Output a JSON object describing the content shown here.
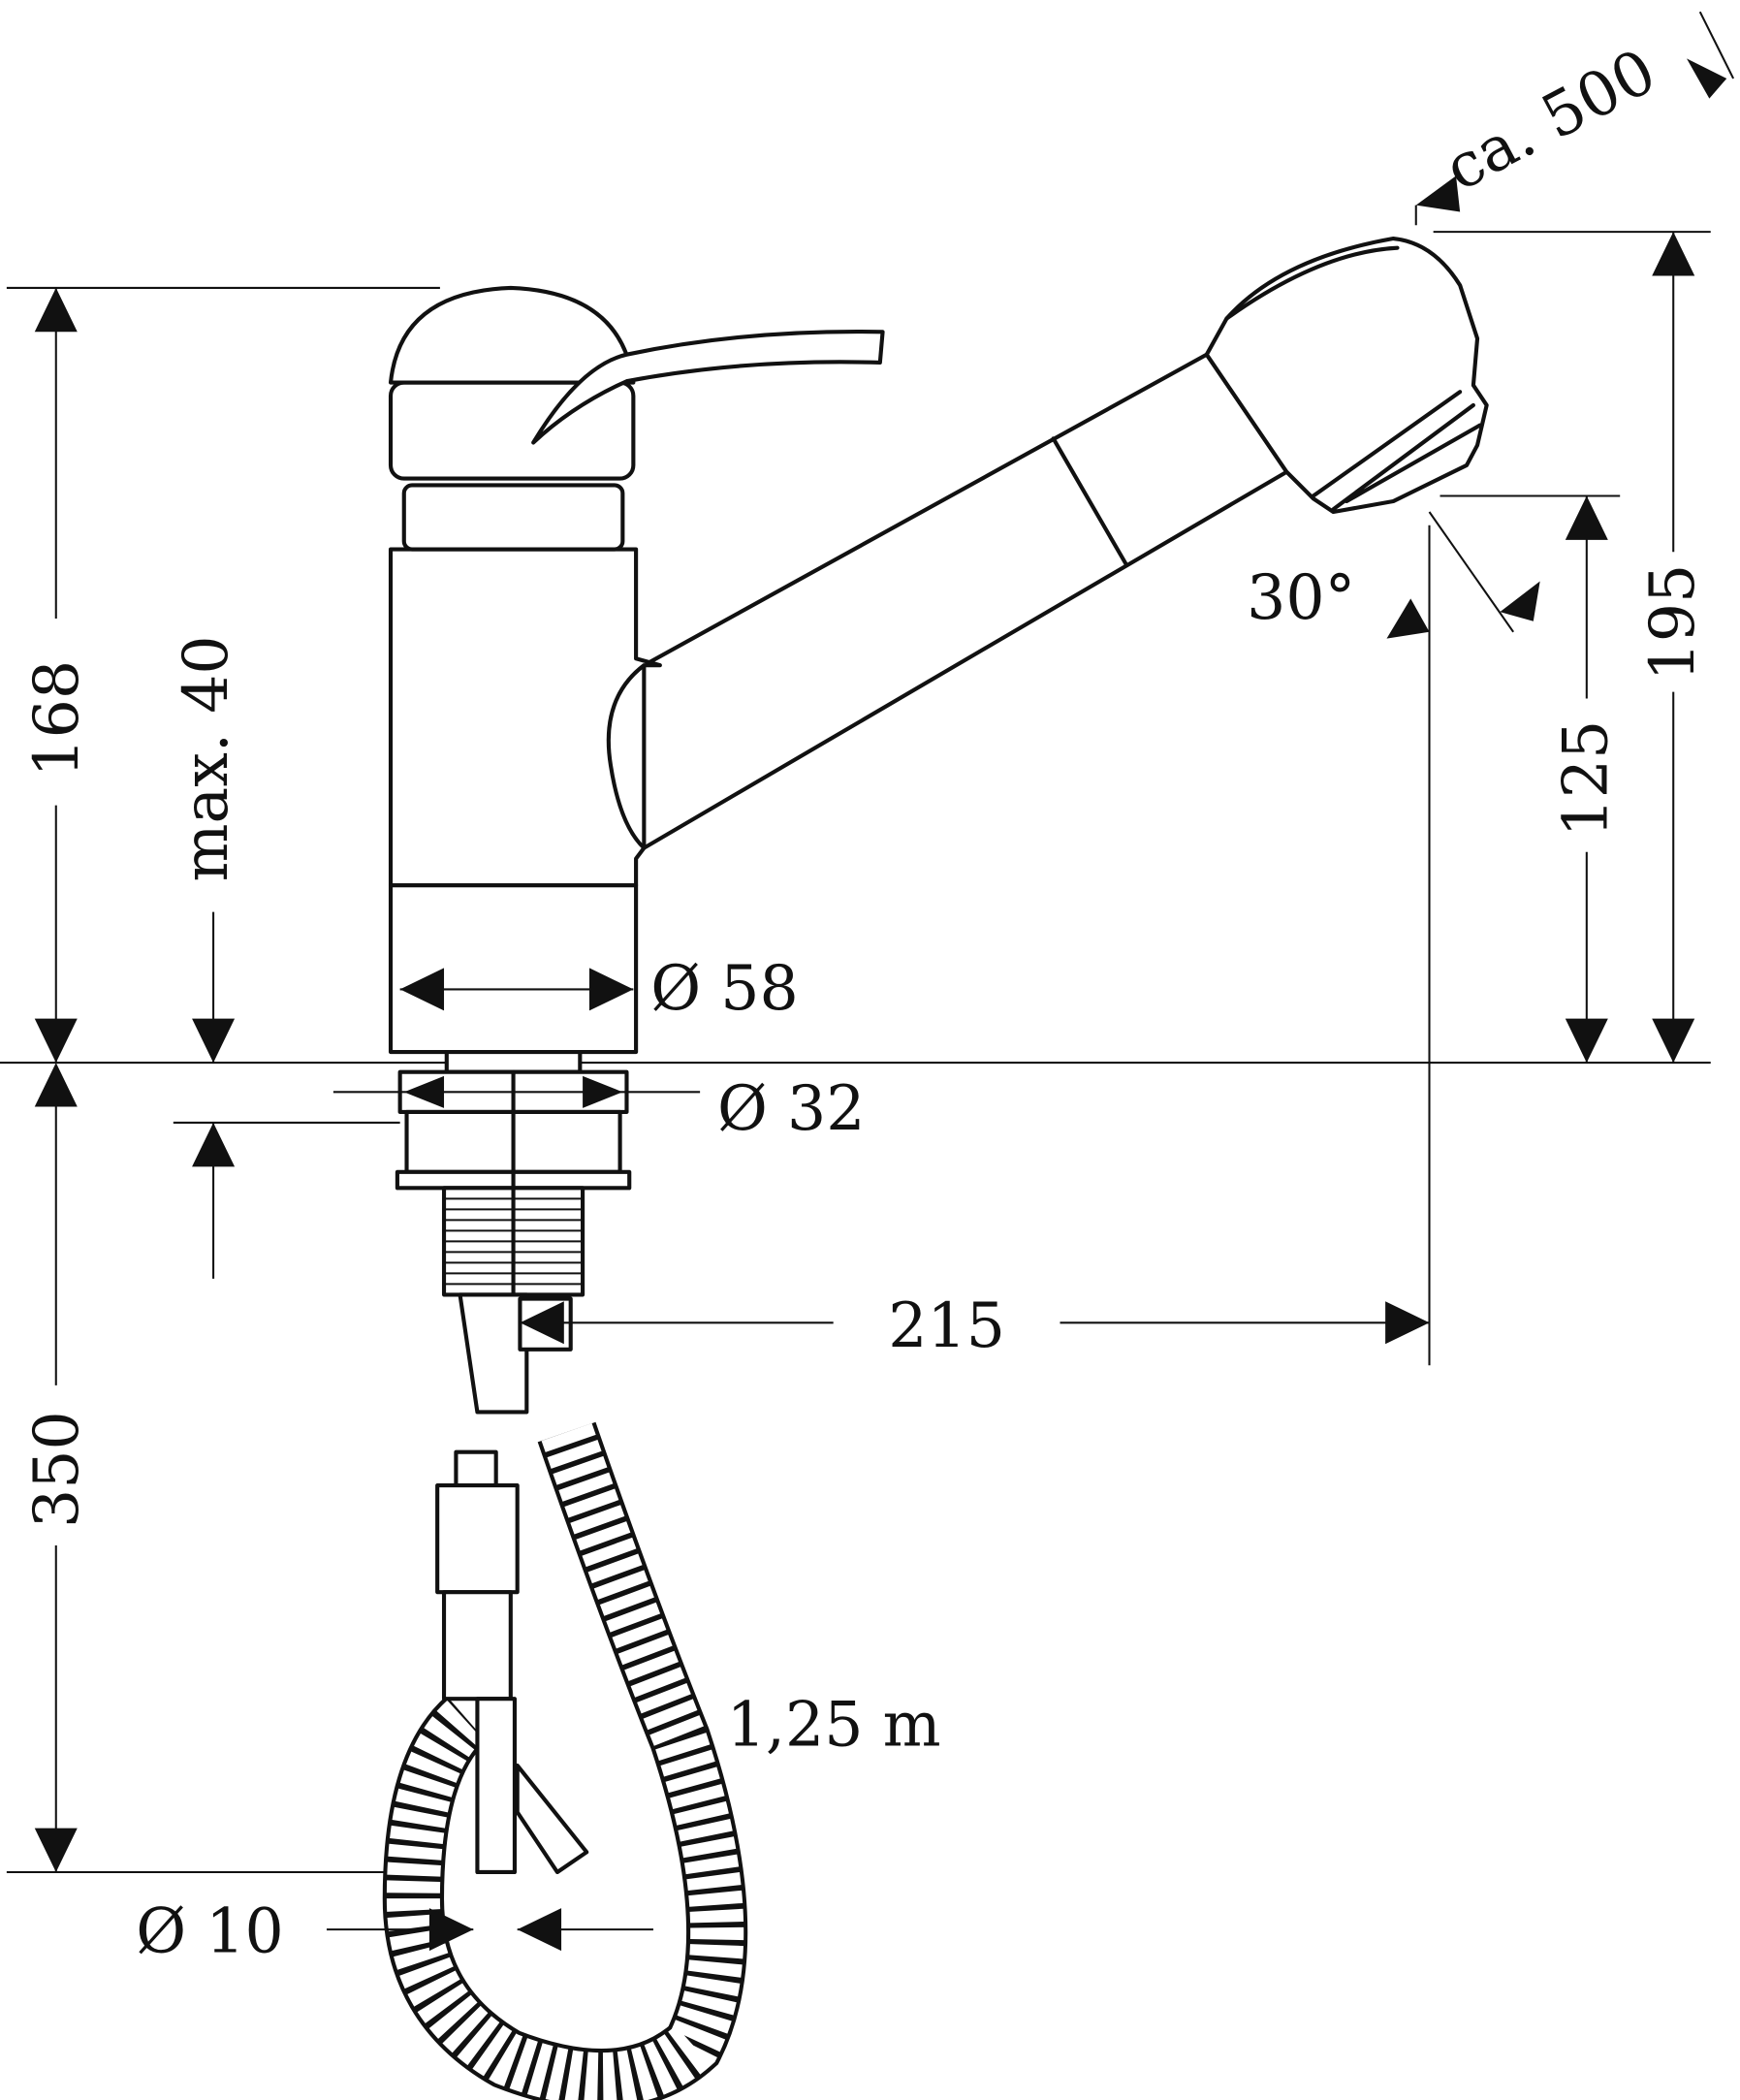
{
  "title": "Pull-out kitchen faucet dimension drawing",
  "dimensions": {
    "height_total": "168",
    "max_counter_thickness": "max. 40",
    "base_diameter": "Ø 58",
    "hole_diameter": "Ø 32",
    "spout_reach": "215",
    "below_counter_length": "350",
    "hose_length": "1,25 m",
    "hose_diameter": "Ø 10",
    "spray_angle": "30°",
    "outlet_height": "125",
    "spout_height": "195",
    "pullout_length": "ca. 500"
  },
  "colors": {
    "line": "#111111",
    "background": "#ffffff"
  }
}
